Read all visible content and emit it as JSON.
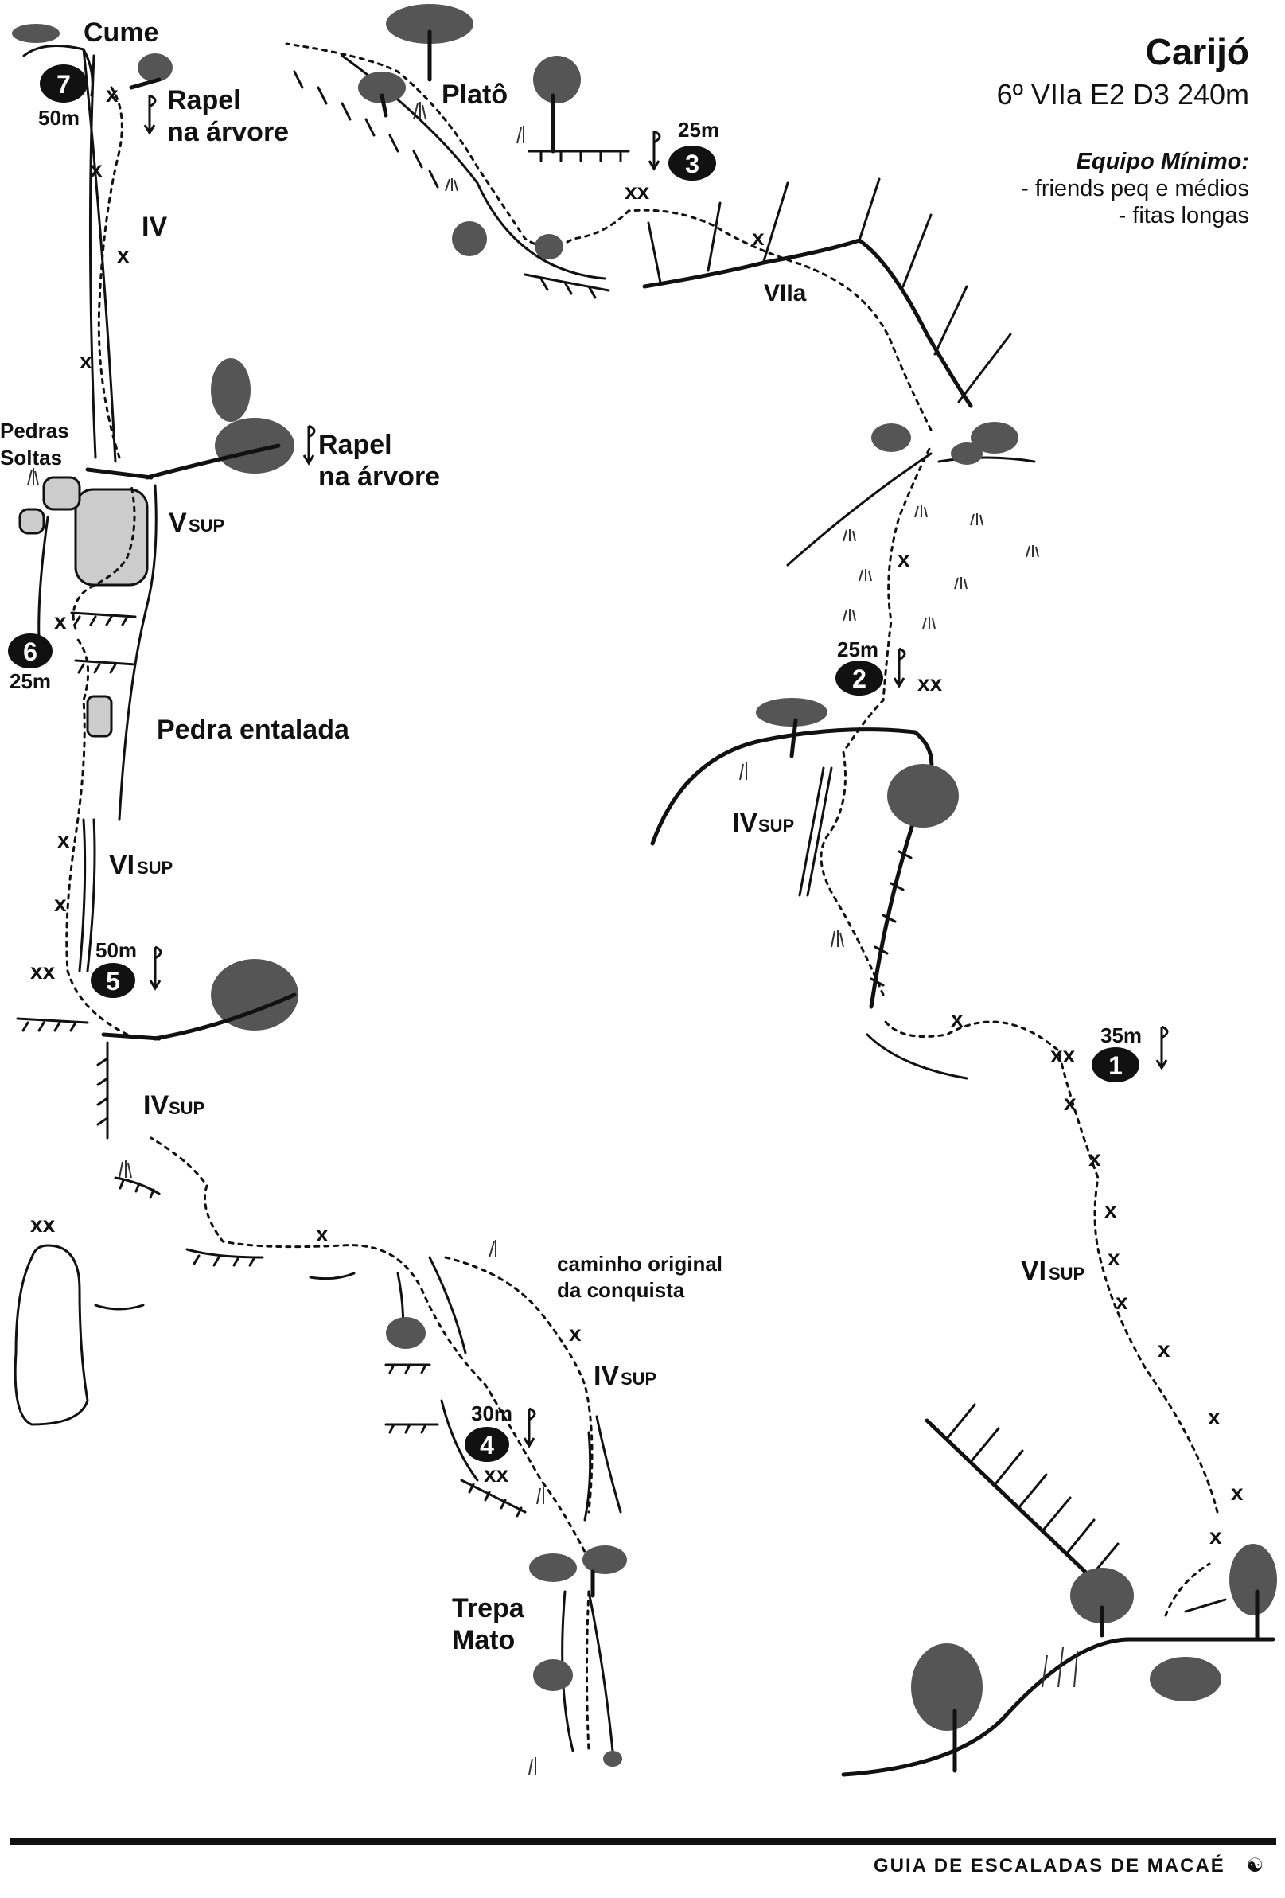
{
  "title": "Carijó",
  "grade_line": "6º VIIa E2 D3 240m",
  "equipment": {
    "heading": "Equipo Mínimo:",
    "items": [
      "- friends peq e médios",
      "- fitas longas"
    ]
  },
  "labels": {
    "cume": "Cume",
    "plato": "Platô",
    "rapel_1": "Rapel",
    "rapel_2": "na árvore",
    "pedras_1": "Pedras",
    "pedras_2": "Soltas",
    "pedra_entalada": "Pedra entalada",
    "caminho_1": "caminho original",
    "caminho_2": "da conquista",
    "trepa_1": "Trepa",
    "trepa_2": "Mato"
  },
  "grades": {
    "iv": "IV",
    "v_main": "V",
    "vi_main": "VI",
    "iv_main": "IV",
    "sup": "SUP",
    "viia": "VIIa"
  },
  "belays": [
    {
      "num": "1",
      "length": "35m"
    },
    {
      "num": "2",
      "length": "25m"
    },
    {
      "num": "3",
      "length": "25m"
    },
    {
      "num": "4",
      "length": "30m"
    },
    {
      "num": "5",
      "length": "50m"
    },
    {
      "num": "6",
      "length": "25m"
    },
    {
      "num": "7",
      "length": "50m"
    }
  ],
  "bolt_single": "x",
  "bolt_double": "xx",
  "footer": "GUIA DE ESCALADAS DE MACAÉ",
  "footer_symbol": "☯"
}
